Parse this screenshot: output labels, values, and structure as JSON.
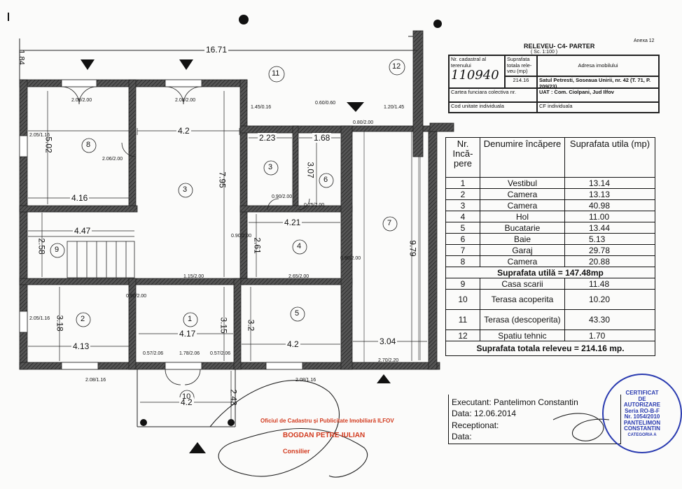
{
  "page_marker": "Anexa 12",
  "title": "RELEVEU- C4- PARTER",
  "scale": "( Sc. 1:100 )",
  "header": {
    "nr_cadastral_label": "Nr. cadastral al terenului",
    "handwritten_number": "110940",
    "carte_funciara_label": "Cartea funciara colectiva nr.",
    "cod_unitate_label": "Cod unitate individuala",
    "suprafata_label": "Suprafata totala rele-veu (mp)",
    "suprafata_value": "214.16",
    "adresa_label": "Adresa imobilului",
    "adresa_value": "Satul Petresti, Soseaua Unirii, nr. 42 (T. 71, P. 209/23)",
    "uat_value": "UAT : Com. Ciolpani, Jud Ilfov",
    "cf_value": "CF individuala"
  },
  "room_table": {
    "header": [
      "Nr. Incă-pere",
      "Denumire încăpere",
      "Suprafata utila (mp)"
    ],
    "rows": [
      {
        "nr": "1",
        "name": "Vestibul",
        "area": "13.14"
      },
      {
        "nr": "2",
        "name": "Camera",
        "area": "13.13"
      },
      {
        "nr": "3",
        "name": "Camera",
        "area": "40.98"
      },
      {
        "nr": "4",
        "name": "Hol",
        "area": "11.00"
      },
      {
        "nr": "5",
        "name": "Bucatarie",
        "area": "13.44"
      },
      {
        "nr": "6",
        "name": "Baie",
        "area": "5.13"
      },
      {
        "nr": "7",
        "name": "Garaj",
        "area": "29.78"
      },
      {
        "nr": "8",
        "name": "Camera",
        "area": "20.88"
      }
    ],
    "util_total": "Suprafata utilă = 147.48mp",
    "extra_rows": [
      {
        "nr": "9",
        "name": "Casa scarii",
        "area": "11.48"
      },
      {
        "nr": "10",
        "name": "Terasa acoperita",
        "area": "10.20"
      },
      {
        "nr": "11",
        "name": "Terasa (descoperita)",
        "area": "43.30"
      },
      {
        "nr": "12",
        "name": "Spatiu tehnic",
        "area": "1.70"
      }
    ],
    "total": "Suprafata totala releveu = 214.16 mp."
  },
  "footer": {
    "executant": "Executant: Pantelimon Constantin",
    "data": "Data: 12.06.2014",
    "receptionat": "Receptionat:",
    "data2": "Data:"
  },
  "office_stamp": {
    "line1": "Oficiul de Cadastru și Publicitate Imobiliară ILFOV",
    "name": "BOGDAN PETRE-IULIAN",
    "role": "Consilier"
  },
  "certificate_stamp": {
    "line1": "CERTIFICAT",
    "line2": "DE",
    "line3": "AUTORIZARE",
    "line4": "Seria RO-B-F",
    "line5": "Nr. 1054/2010",
    "line6": "PANTELIMON",
    "line7": "CONSTANTIN",
    "line8": "CATEGORIA A"
  },
  "plan": {
    "room_numbers": [
      "1",
      "2",
      "3",
      "3",
      "4",
      "5",
      "6",
      "7",
      "8",
      "9",
      "10",
      "11",
      "12"
    ],
    "dims": {
      "top": "16.71",
      "left_top": "1.84",
      "r3_w": "4.2",
      "r3_h": "7.95",
      "r8_h": "5.02",
      "r8_w": "4.16",
      "r9_w": "4.47",
      "r9_h": "2.58",
      "r2_h": "3.18",
      "r2_w": "4.13",
      "r1_w": "4.17",
      "r1_h": "3.15",
      "r5_h": "3.2",
      "r5_w": "4.2",
      "r4_w": "4.21",
      "r4_h": "2.61",
      "r3b_w": "2.23",
      "r6_w": "1.68",
      "r6_h": "3.07",
      "r7_h": "9.79",
      "r7_w": "3.04",
      "r10_w": "4.2",
      "r10_h": "2.43"
    },
    "openings": [
      "2.08/2.00",
      "2.08/2.00",
      "1.45/0.16",
      "0.60/0.60",
      "1.20/1.45",
      "0.80/2.00",
      "2.05/1.16",
      "2.06/2.00",
      "0.90/2.00",
      "0.75/2.00",
      "0.90/2.00",
      "0.90/2.00",
      "1.15/2.00",
      "2.65/2.00",
      "0.90/2.00",
      "2.05/1.16",
      "0.57/2.06",
      "1.78/2.06",
      "0.57/2.06",
      "2.70/2.20",
      "2.08/1.16",
      "2.08/1.16"
    ]
  }
}
